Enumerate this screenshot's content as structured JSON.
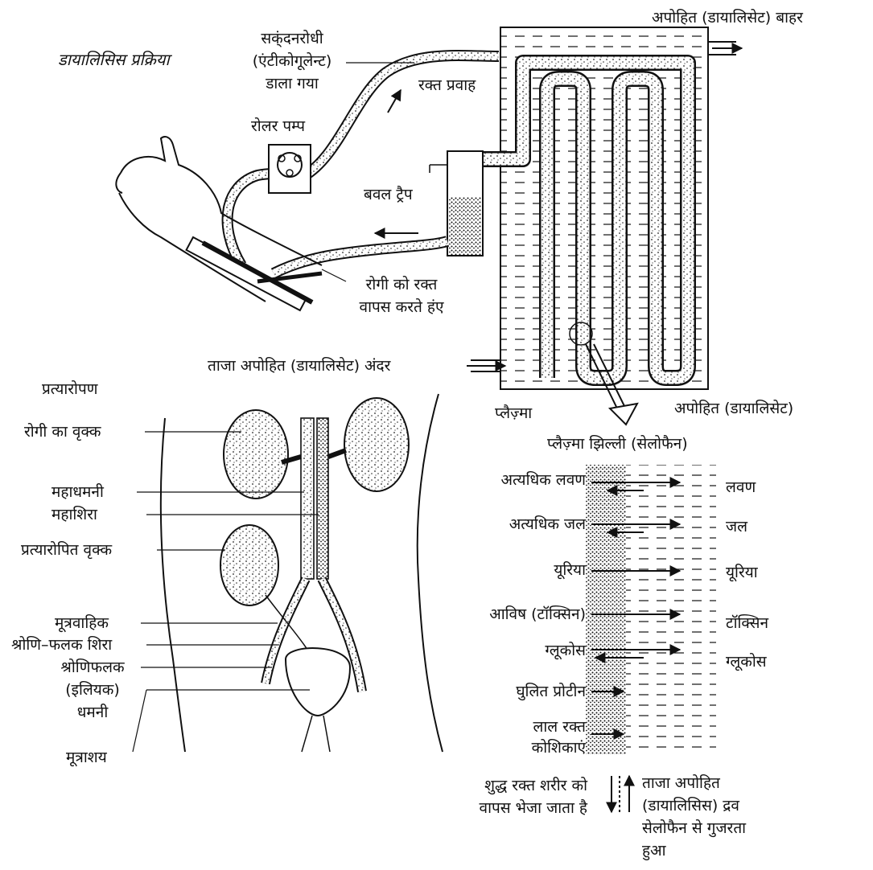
{
  "diagram": {
    "dialysis_title": "डायालिसिस प्रक्रिया",
    "dialysate_out": "अपोहित (डायालिसेट) बाहर",
    "anticoagulant": [
      "सक्ंदनरोधी",
      "(एंटीकोगूलेन्ट)",
      "डाला गया"
    ],
    "blood_flow": "रक्त प्रवाह",
    "roller_pump": "रोलर पम्प",
    "bubble_trap": "बवल ट्रैप",
    "return_blood": [
      "रोगी को रक्त",
      "वापस करते हंए"
    ],
    "fresh_dialysate_in": "ताजा अपोहित (डायालिसेट) अंदर",
    "plasma": "प्लैज़्मा",
    "dialysate": "अपोहित (डायालिसेट)",
    "plasma_membrane": "प्लैज़्मा झिल्ली (सेलोफैन)",
    "transplant_title": "प्रत्यारोपण",
    "patient_kidney": "रोगी का वृक्क",
    "aorta": "महाधमनी",
    "vena_cava": "महाशिरा",
    "transplanted_kidney": "प्रत्यारोपित वृक्क",
    "ureter": "मूत्रवाहिक",
    "iliac_vein": "श्रोणि–फलक शिरा",
    "iliac_artery": [
      "श्रोणिफलक",
      "(इलियक)",
      "धमनी"
    ],
    "bladder": "मूत्राशय",
    "exchange_left": [
      "अत्यधिक लवण",
      "अत्यधिक जल",
      "यूरिया",
      "आविष (टॉक्सिन)",
      "ग्लूकोस",
      "घुलित प्रोटीन",
      "लाल रक्त",
      "कोशिकाएं"
    ],
    "exchange_right": [
      "लवण",
      "जल",
      "यूरिया",
      "टॉक्सिन",
      "ग्लूकोस"
    ],
    "pure_blood": [
      "शुद्ध रक्त शरीर को",
      "वापस भेजा जाता है"
    ],
    "fresh_fluid": [
      "ताजा अपोहित",
      "(डायालिसिस) द्रव",
      "सेलोफैन से गुजरता",
      "हुआ"
    ]
  }
}
